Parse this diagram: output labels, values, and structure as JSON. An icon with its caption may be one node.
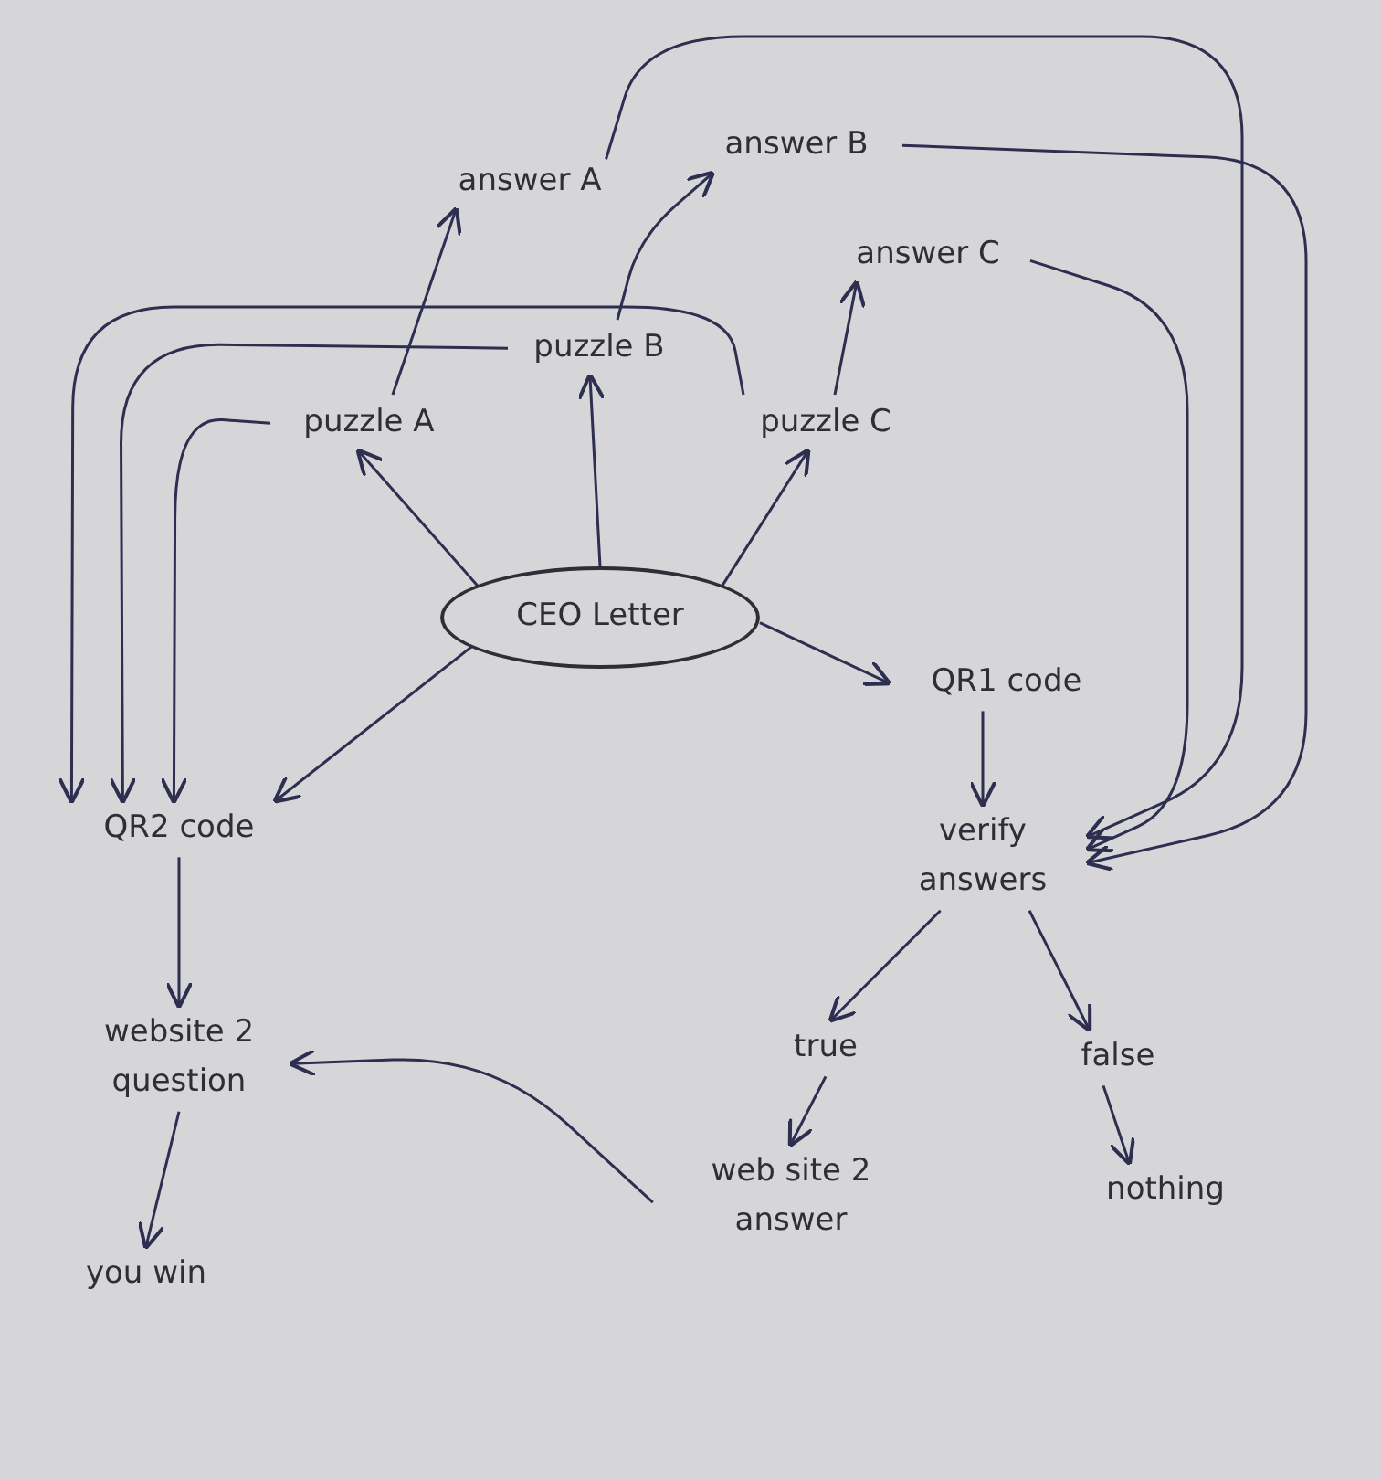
{
  "diagram": {
    "nodes": [
      {
        "text": [
          "CEO Letter"
        ]
      },
      {
        "text": [
          "puzzle A"
        ]
      },
      {
        "text": [
          "puzzle B"
        ]
      },
      {
        "text": [
          "puzzle C"
        ]
      },
      {
        "text": [
          "answer A"
        ]
      },
      {
        "text": [
          "answer B"
        ]
      },
      {
        "text": [
          "answer C"
        ]
      },
      {
        "text": [
          "QR1 code"
        ]
      },
      {
        "text": [
          "verify answers"
        ]
      },
      {
        "text": [
          "QR2 code"
        ]
      },
      {
        "text": [
          "website 2 question"
        ]
      },
      {
        "text": [
          "you win"
        ]
      },
      {
        "text": [
          "true"
        ]
      },
      {
        "text": [
          "false"
        ]
      },
      {
        "text": [
          "web site 2 answer"
        ]
      },
      {
        "text": [
          "nothing"
        ]
      }
    ],
    "edges": [
      {
        "from": 0,
        "to": 1,
        "arrow": "to"
      },
      {
        "from": 0,
        "to": 2,
        "arrow": "to"
      },
      {
        "from": 0,
        "to": 3,
        "arrow": "to"
      },
      {
        "from": 0,
        "to": 7,
        "arrow": "to"
      },
      {
        "from": 0,
        "to": 9,
        "arrow": "to"
      },
      {
        "from": 1,
        "to": 4,
        "arrow": "to"
      },
      {
        "from": 2,
        "to": 5,
        "arrow": "to"
      },
      {
        "from": 3,
        "to": 6,
        "arrow": "to"
      },
      {
        "from": 1,
        "to": 9,
        "arrow": "to"
      },
      {
        "from": 2,
        "to": 9,
        "arrow": "to"
      },
      {
        "from": 3,
        "to": 9,
        "arrow": "to"
      },
      {
        "from": 4,
        "to": 8,
        "arrow": "to"
      },
      {
        "from": 5,
        "to": 8,
        "arrow": "to"
      },
      {
        "from": 6,
        "to": 8,
        "arrow": "to"
      },
      {
        "from": 7,
        "to": 8,
        "arrow": "to"
      },
      {
        "from": 8,
        "to": 12,
        "arrow": "to"
      },
      {
        "from": 8,
        "to": 13,
        "arrow": "to"
      },
      {
        "from": 12,
        "to": 14,
        "arrow": "to"
      },
      {
        "from": 13,
        "to": 15,
        "arrow": "to"
      },
      {
        "from": 14,
        "to": 10,
        "arrow": "to"
      },
      {
        "from": 9,
        "to": 10,
        "arrow": "to"
      },
      {
        "from": 10,
        "to": 11,
        "arrow": "to"
      }
    ]
  }
}
